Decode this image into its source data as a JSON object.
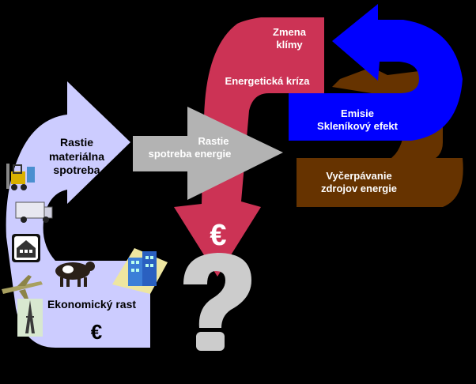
{
  "labels": {
    "materialna_spotreba_1": "Rastie",
    "materialna_spotreba_2": "materiálna",
    "materialna_spotreba_3": "spotreba",
    "energia_1": "Rastie",
    "energia_2": "spotreba energie",
    "zmena_1": "Zmena",
    "zmena_2": "klímy",
    "energeticka_kriza": "Energetická kríza",
    "emisie_1": "Emisie",
    "emisie_2": "Skleníkový efekt",
    "vycerpavanie_1": "Vyčerpávanie",
    "vycerpavanie_2": "zdrojov energie",
    "ekonomicky_rast": "Ekonomický rast",
    "euro_small": "€",
    "euro_big": "€",
    "question": "?"
  },
  "colors": {
    "background": "#000000",
    "lavender": "#CCCCFF",
    "grey": "#B3B3B3",
    "crimson": "#CC3355",
    "blue": "#0000FF",
    "brown": "#663300"
  },
  "icons": [
    "forklift-icon",
    "truck-icon",
    "house-icon",
    "cow-icon",
    "city-building-icon",
    "airplane-icon",
    "eiffel-tower-icon"
  ]
}
